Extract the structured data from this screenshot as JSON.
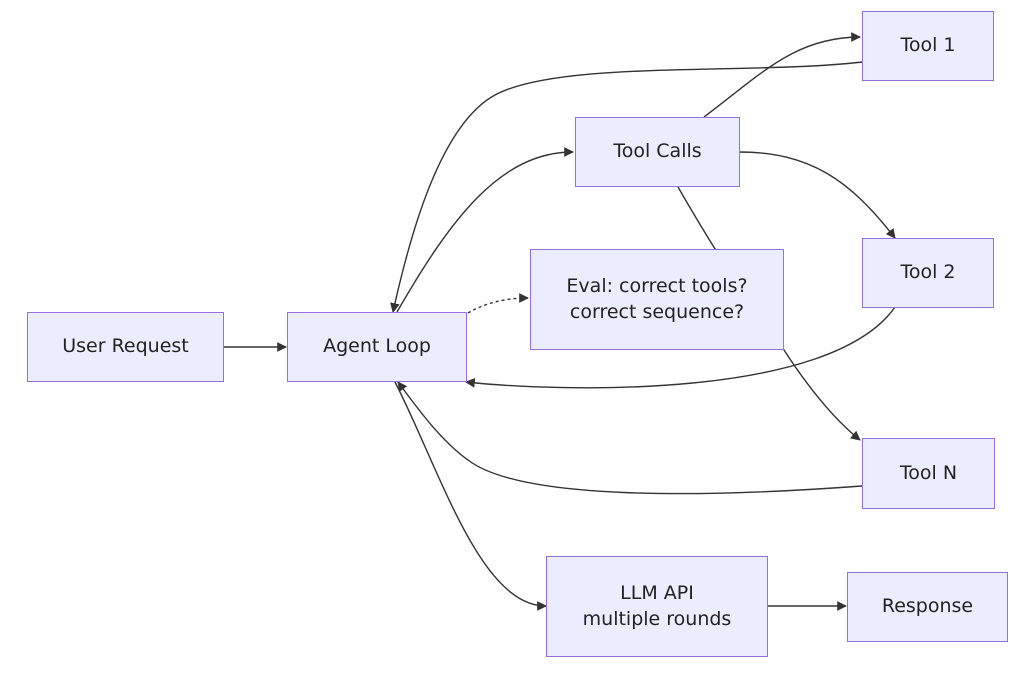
{
  "colors": {
    "node_fill": "#ececff",
    "node_border": "#9370db",
    "edge": "#333333",
    "text": "#222222"
  },
  "nodes": {
    "user_request": {
      "label": "User Request"
    },
    "agent_loop": {
      "label": "Agent Loop"
    },
    "tool_calls": {
      "label": "Tool Calls"
    },
    "eval": {
      "line1": "Eval: correct tools?",
      "line2": "correct sequence?"
    },
    "tool_1": {
      "label": "Tool 1"
    },
    "tool_2": {
      "label": "Tool 2"
    },
    "tool_n": {
      "label": "Tool N"
    },
    "llm_api": {
      "line1": "LLM API",
      "line2": "multiple rounds"
    },
    "response": {
      "label": "Response"
    }
  },
  "edges": [
    {
      "from": "User Request",
      "to": "Agent Loop",
      "style": "solid"
    },
    {
      "from": "Agent Loop",
      "to": "Tool Calls",
      "style": "solid"
    },
    {
      "from": "Agent Loop",
      "to": "Eval: correct tools? correct sequence?",
      "style": "dotted"
    },
    {
      "from": "Agent Loop",
      "to": "LLM API multiple rounds",
      "style": "solid"
    },
    {
      "from": "Tool Calls",
      "to": "Tool 1",
      "style": "solid"
    },
    {
      "from": "Tool Calls",
      "to": "Tool 2",
      "style": "solid"
    },
    {
      "from": "Tool Calls",
      "to": "Tool N",
      "style": "solid"
    },
    {
      "from": "Tool 1",
      "to": "Agent Loop",
      "style": "solid"
    },
    {
      "from": "Tool 2",
      "to": "Agent Loop",
      "style": "solid"
    },
    {
      "from": "Tool N",
      "to": "Agent Loop",
      "style": "solid"
    },
    {
      "from": "LLM API multiple rounds",
      "to": "Response",
      "style": "solid"
    }
  ]
}
